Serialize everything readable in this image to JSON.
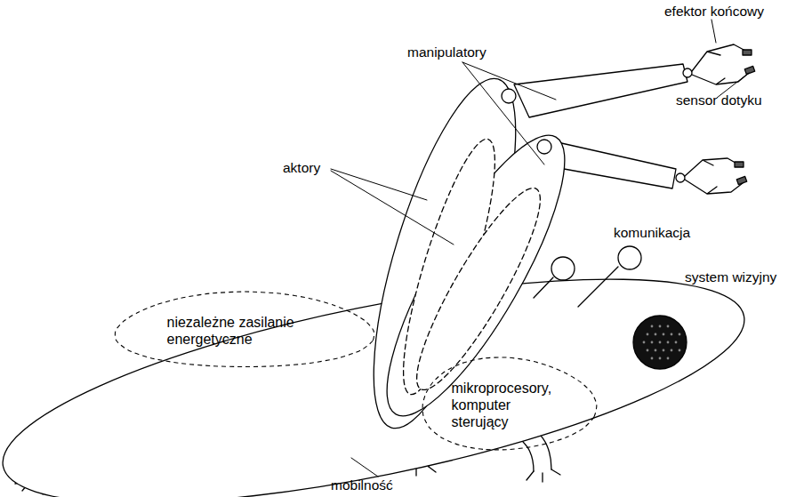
{
  "diagram": {
    "nodes": [
      {
        "text": [
          "niezależne zasilanie energetyczne"
        ]
      },
      {
        "text": [
          "mikroprocesory, komputer sterujący"
        ]
      }
    ],
    "labels": [
      "efektor końcowy",
      "manipulatory",
      "sensor dotyku",
      "aktory",
      "komunikacja",
      "system wizyjny",
      "mobilność"
    ]
  }
}
